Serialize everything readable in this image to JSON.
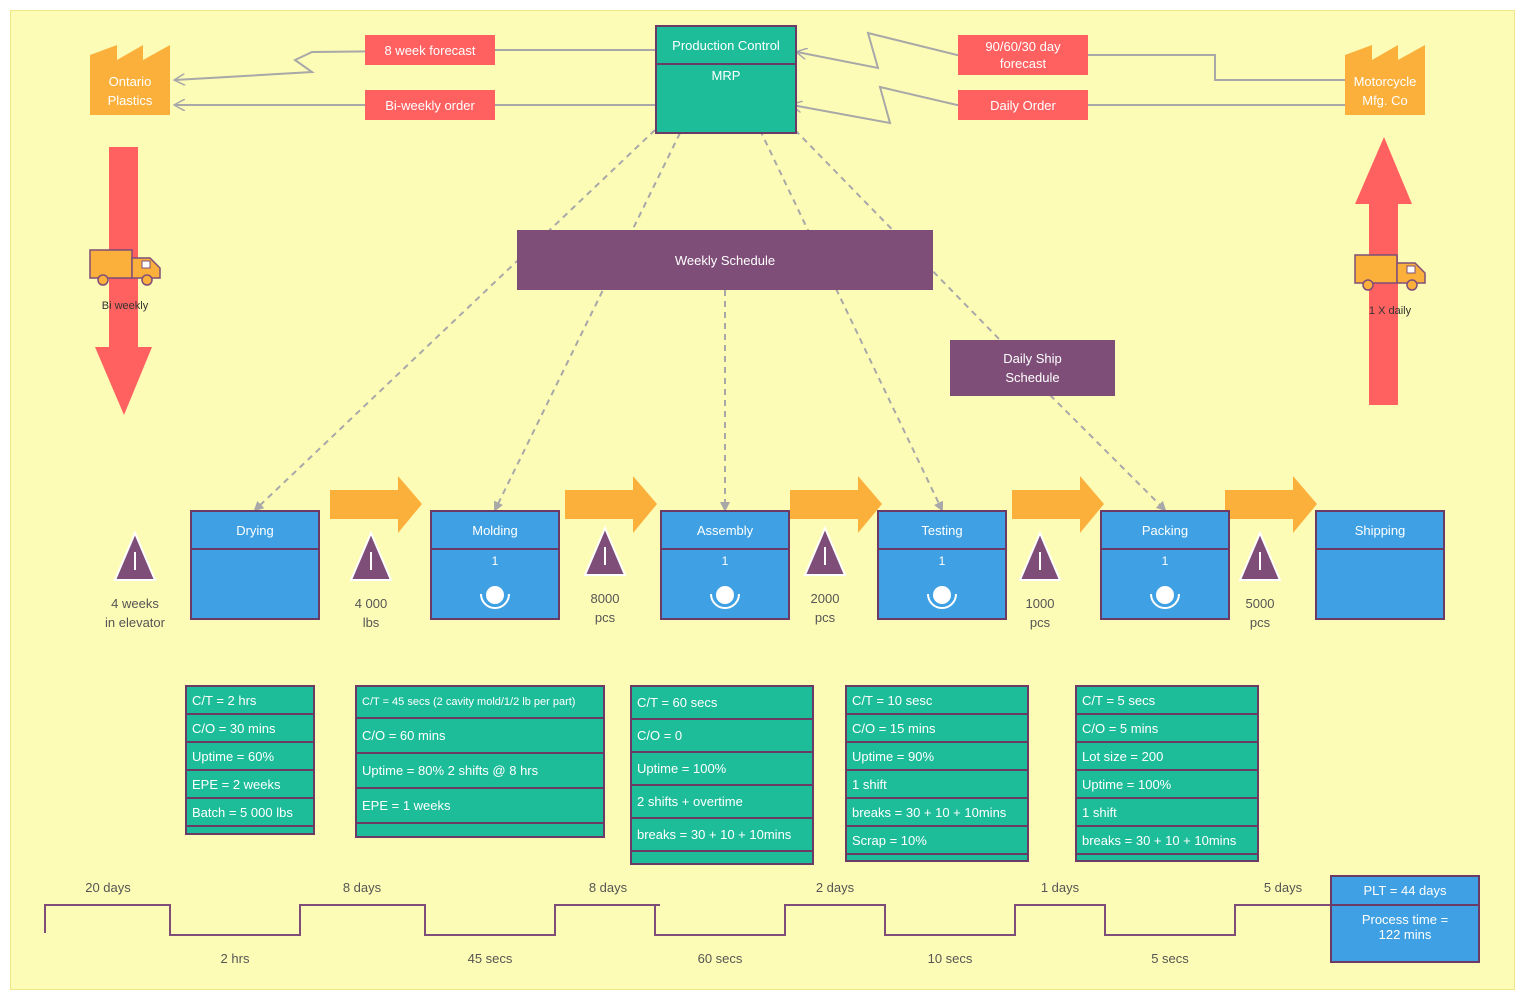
{
  "suppliers": {
    "supplier_name": "Ontario Plastics",
    "customer_name": "Motorcycle Mfg. Co"
  },
  "info_flow": {
    "forecast_to_supplier": "8 week forecast",
    "order_to_supplier": "Bi-weekly order",
    "forecast_from_customer": "90/60/30 day forecast",
    "order_from_customer": "Daily Order"
  },
  "production_control": {
    "title": "Production Control",
    "subtitle": "MRP"
  },
  "schedules": {
    "weekly": "Weekly Schedule",
    "daily_ship": "Daily Ship Schedule"
  },
  "shipments": {
    "inbound": "Bi weekly",
    "outbound": "1 X daily"
  },
  "processes": [
    {
      "name": "Drying",
      "operators": ""
    },
    {
      "name": "Molding",
      "operators": "1"
    },
    {
      "name": "Assembly",
      "operators": "1"
    },
    {
      "name": "Testing",
      "operators": "1"
    },
    {
      "name": "Packing",
      "operators": "1"
    },
    {
      "name": "Shipping",
      "operators": ""
    }
  ],
  "inventory": [
    {
      "line1": "4 weeks",
      "line2": "in elevator"
    },
    {
      "line1": "4 000",
      "line2": "lbs"
    },
    {
      "line1": "8000",
      "line2": "pcs"
    },
    {
      "line1": "2000",
      "line2": "pcs"
    },
    {
      "line1": "1000",
      "line2": "pcs"
    },
    {
      "line1": "5000",
      "line2": "pcs"
    }
  ],
  "data_boxes": [
    {
      "rows": [
        "C/T = 2 hrs",
        "C/O = 30 mins",
        "Uptime = 60%",
        "EPE = 2 weeks",
        "Batch = 5 000 lbs",
        ""
      ]
    },
    {
      "rows": [
        "C/T = 45 secs (2 cavity mold/1/2 lb per part)",
        "C/O = 60 mins",
        "Uptime = 80% 2 shifts @ 8 hrs",
        "EPE = 1 weeks",
        ""
      ]
    },
    {
      "rows": [
        "C/T = 60 secs",
        "C/O = 0",
        "Uptime = 100%",
        "2 shifts + overtime",
        "breaks = 30 + 10 + 10mins",
        ""
      ]
    },
    {
      "rows": [
        "C/T = 10 sesc",
        "C/O = 15 mins",
        "Uptime = 90%",
        "1 shift",
        "breaks = 30 + 10 + 10mins",
        "Scrap = 10%",
        ""
      ]
    },
    {
      "rows": [
        "C/T = 5 secs",
        "C/O = 5 mins",
        "Lot size = 200",
        "Uptime = 100%",
        "1 shift",
        "breaks = 30 + 10 + 10mins",
        ""
      ]
    }
  ],
  "timeline": {
    "wait_times": [
      "20 days",
      "8 days",
      "8 days",
      "2 days",
      "1 days",
      "5 days"
    ],
    "process_times": [
      "2 hrs",
      "45 secs",
      "60 secs",
      "10 secs",
      "5 secs"
    ],
    "plt": "PLT = 44 days",
    "process_time_total": "Process time = 122 mins"
  },
  "colors": {
    "background": "#fdfcb6",
    "red": "#ff6161",
    "purple": "#7e4e78",
    "teal": "#1dbd9a",
    "blue": "#3fa1e3",
    "orange": "#fbb03b"
  }
}
